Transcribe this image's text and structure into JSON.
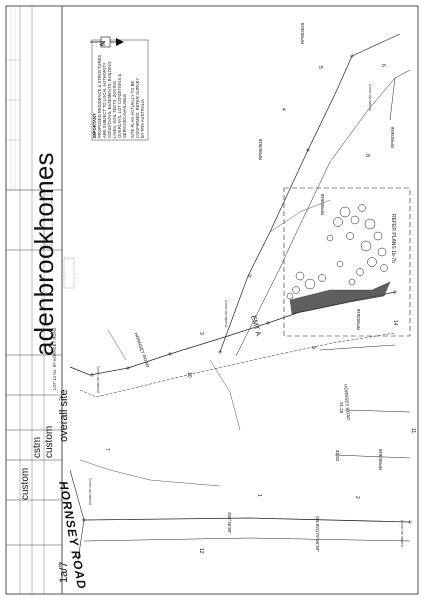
{
  "title_block": {
    "brand": "adenbrookhomes",
    "site_label": "overall site",
    "sheet_number": "1a/7",
    "scale_label": "",
    "client": "custom",
    "design": "cstm",
    "job": "custom",
    "address": "LOT 14 No. 97 HORNSEY ROAD"
  },
  "notes": {
    "heading": "IMPORTANT",
    "lines": [
      "PROPOSED RESIDENCE & STRUCTURES",
      "ARE SUBJECT TO LOCAL AUTHORITY",
      "CONDITIONS, EASEMENTS, BUILDING",
      "LINES, SOIL TESTS, ZONING",
      "OVERLAYS, LOT CONDITIONS &",
      "SERVICES AVAILABLE"
    ],
    "footer_lines": [
      "SITE PLAN ACTUALLY TO BE",
      "CONFIRMED, REFER SURVEY",
      "BY FRA AUSTRALIA"
    ]
  },
  "plan": {
    "road_name": "HORNSEY ROAD",
    "road_label_side": "HORNSEY ROAD",
    "road_label_side2": "HORNSEY ROAD",
    "easement": "EMT A",
    "refer_plans": "REFER PLANS 1b-7b",
    "plans": [
      "RP803646",
      "RP803646",
      "RP803646",
      "RP803646",
      "RP803649",
      "RP803646"
    ],
    "lot_numbers": [
      "1",
      "2",
      "3",
      "4",
      "5",
      "6",
      "7",
      "8",
      "9",
      "10",
      "11",
      "12",
      "14"
    ],
    "bearings": [
      "358°46'30\"",
      "179°46'30\"",
      "(59.82)",
      "31.28",
      "48.82"
    ],
    "marker_text": "Corner not marked"
  },
  "north": {
    "letter": "N"
  }
}
